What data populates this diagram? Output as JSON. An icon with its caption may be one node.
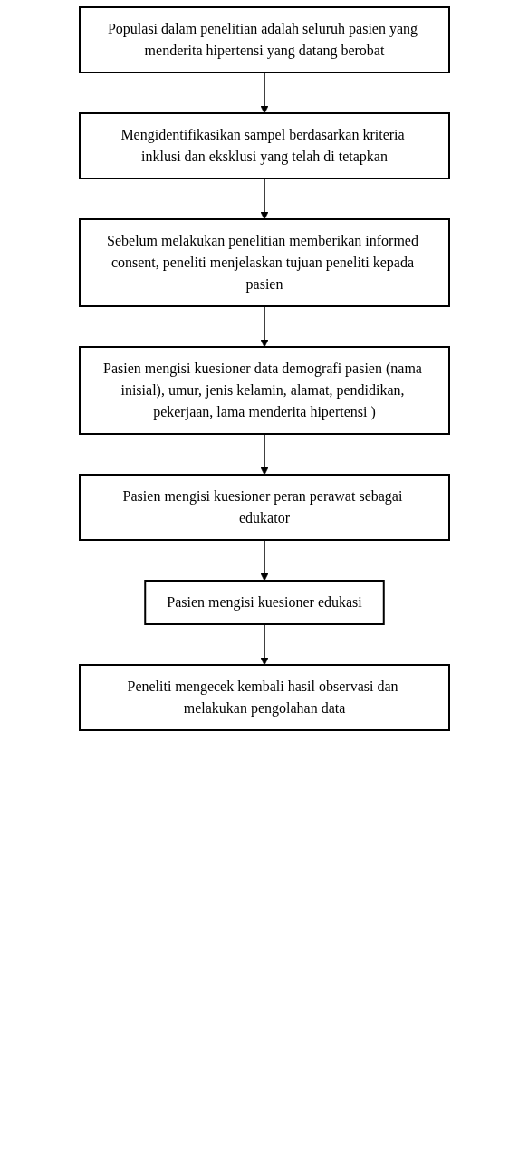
{
  "diagram": {
    "nodes": [
      {
        "text": [
          "Populasi dalam penelitian adalah seluruh pasien yang menderita hipertensi yang datang berobat"
        ]
      },
      {
        "text": [
          "Mengidentifikasikan sampel berdasarkan kriteria inklusi dan eksklusi yang telah di tetapkan"
        ]
      },
      {
        "text": [
          "Sebelum melakukan penelitian memberikan informed consent, peneliti menjelaskan tujuan peneliti kepada pasien"
        ]
      },
      {
        "text": [
          "Pasien mengisi kuesioner data demografi pasien (nama inisial), umur, jenis kelamin, alamat, pendidikan, pekerjaan, lama menderita hipertensi )"
        ]
      },
      {
        "text": [
          "Pasien mengisi kuesioner peran perawat sebagai edukator"
        ]
      },
      {
        "text": [
          "Pasien mengisi kuesioner edukasi"
        ]
      },
      {
        "text": [
          "Peneliti mengecek kembali hasil observasi dan melakukan pengolahan data"
        ]
      }
    ],
    "edges": [
      {
        "from": 0,
        "to": 1,
        "arrow": "to"
      },
      {
        "from": 1,
        "to": 2,
        "arrow": "to"
      },
      {
        "from": 2,
        "to": 3,
        "arrow": "to"
      },
      {
        "from": 3,
        "to": 4,
        "arrow": "to"
      },
      {
        "from": 4,
        "to": 5,
        "arrow": "to"
      },
      {
        "from": 5,
        "to": 6,
        "arrow": "to"
      }
    ]
  }
}
